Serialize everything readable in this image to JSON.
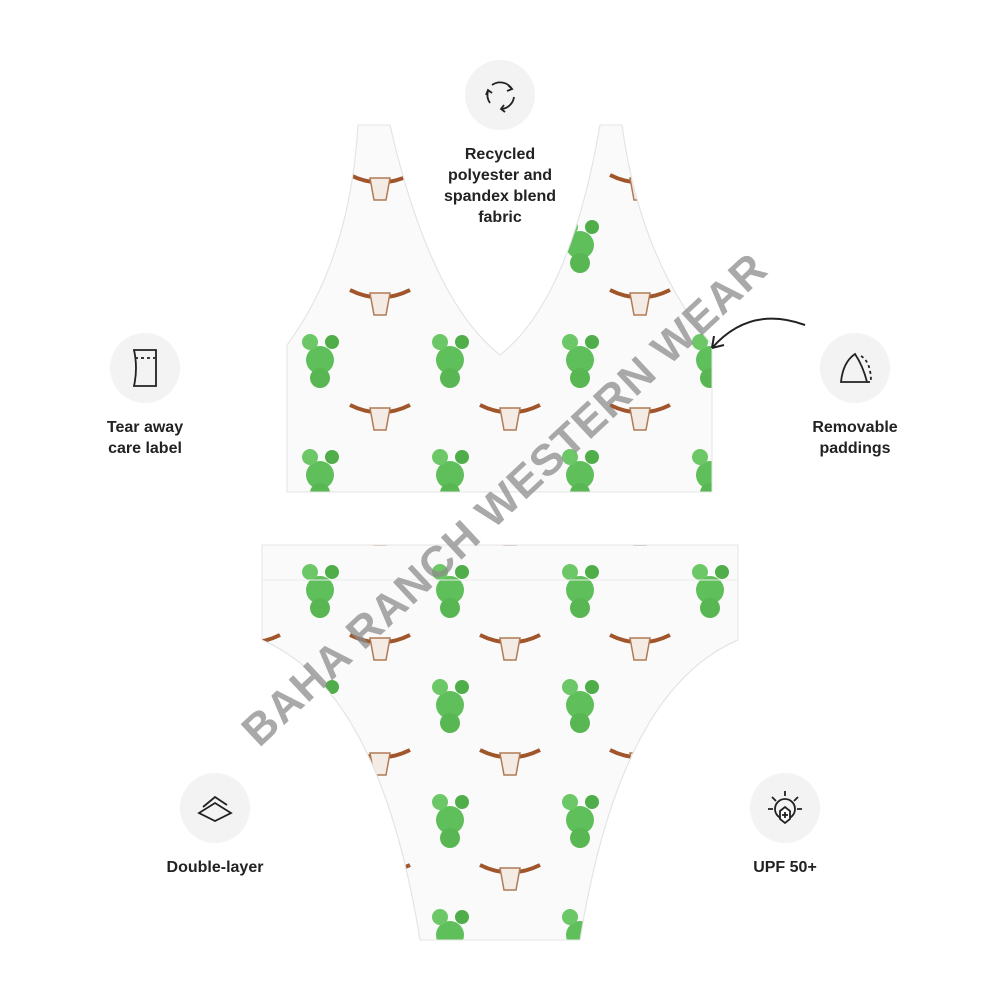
{
  "watermark": "BAHA RANCH WESTERN WEAR",
  "features": [
    {
      "icon": "recycle-icon",
      "label": "Recycled\npolyester and\nspandex blend\nfabric"
    },
    {
      "icon": "tag-label-icon",
      "label": "Tear away\ncare label"
    },
    {
      "icon": "padding-icon",
      "label": "Removable\npaddings"
    },
    {
      "icon": "layers-icon",
      "label": "Double-layer"
    },
    {
      "icon": "sun-shield-icon",
      "label": "UPF 50+"
    }
  ],
  "colors": {
    "cactus": "#5cb85c",
    "horn": "#a0522d",
    "fabric": "#fafafa",
    "text": "#222222"
  }
}
